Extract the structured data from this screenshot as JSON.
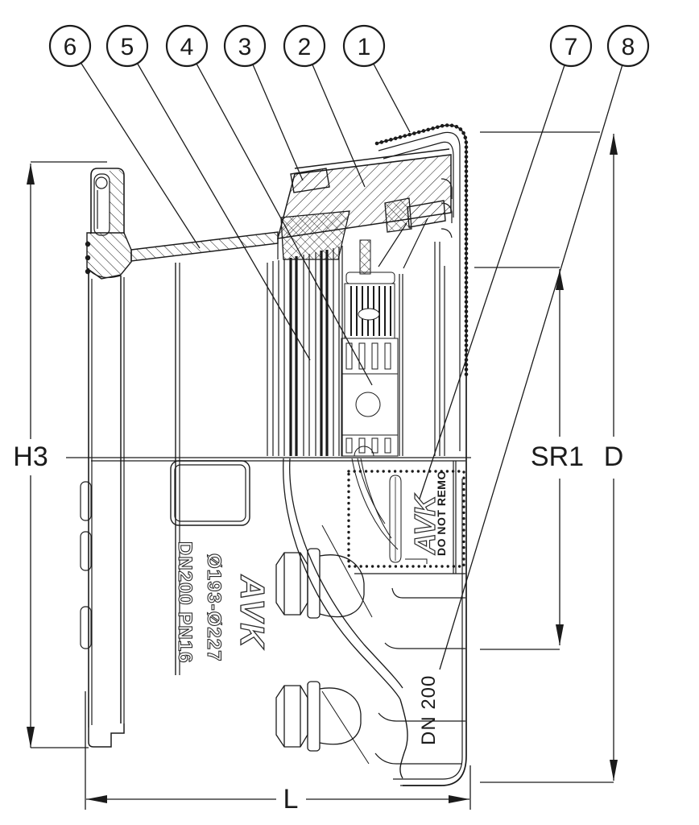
{
  "drawing": {
    "title": "pipe-coupling-cross-section",
    "line_color": "#1b1b1b",
    "background_color": "#ffffff"
  },
  "callouts": [
    {
      "label": "6"
    },
    {
      "label": "5"
    },
    {
      "label": "4"
    },
    {
      "label": "3"
    },
    {
      "label": "2"
    },
    {
      "label": "1"
    },
    {
      "label": "7"
    },
    {
      "label": "8"
    }
  ],
  "dimensions": {
    "h3": "H3",
    "sr1": "SR1",
    "d": "D",
    "l": "L"
  },
  "markings": {
    "cast_spec": "Ø193-Ø227",
    "cast_dn": "DN200 PN16",
    "cast_logo": "AVK",
    "tag_logo": "AVK",
    "tag_warning": "DO NOT REMO",
    "end_dn": "DN 200"
  }
}
